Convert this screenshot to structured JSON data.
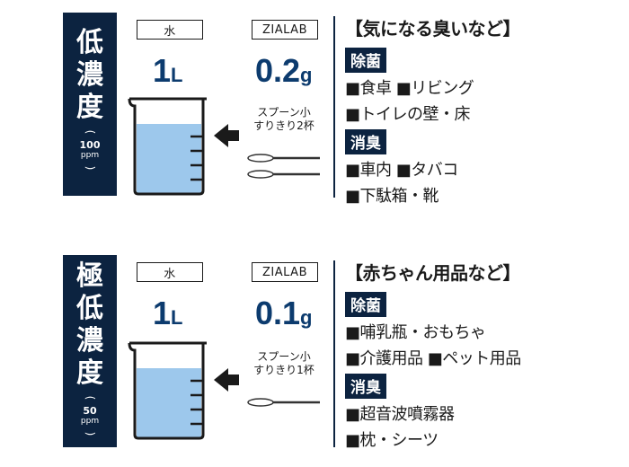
{
  "sections": [
    {
      "id": "low",
      "label_chars": [
        "低",
        "濃",
        "度"
      ],
      "ppm_value": "100",
      "ppm_unit": "ppm",
      "water_label": "水",
      "water_amount": "1",
      "water_unit": "L",
      "zialab_label": "ZIALAB",
      "zialab_amount": "0.2",
      "zialab_unit": "g",
      "spoon_line1": "スプーン小",
      "spoon_line2": "すりきり2杯",
      "spoon_count": 2,
      "title": "【気になる臭いなど】",
      "cat1_label": "除菌",
      "cat1_lines": [
        "■食卓 ■リビング",
        "■トイレの壁・床"
      ],
      "cat2_label": "消臭",
      "cat2_lines": [
        "■車内 ■タバコ",
        "■下駄箱・靴"
      ]
    },
    {
      "id": "ultra-low",
      "label_chars": [
        "極",
        "低",
        "濃",
        "度"
      ],
      "ppm_value": "50",
      "ppm_unit": "ppm",
      "water_label": "水",
      "water_amount": "1",
      "water_unit": "L",
      "zialab_label": "ZIALAB",
      "zialab_amount": "0.1",
      "zialab_unit": "g",
      "spoon_line1": "スプーン小",
      "spoon_line2": "すりきり1杯",
      "spoon_count": 1,
      "title": "【赤ちゃん用品など】",
      "cat1_label": "除菌",
      "cat1_lines": [
        "■哺乳瓶・おもちゃ",
        "■介護用品 ■ペット用品"
      ],
      "cat2_label": "消臭",
      "cat2_lines": [
        "■超音波噴霧器",
        "■枕・シーツ"
      ]
    }
  ],
  "colors": {
    "navy": "#0c2340",
    "amount_blue": "#0c3b6e",
    "water_fill": "#9dc8ec",
    "arrow": "#1a1a1a"
  }
}
